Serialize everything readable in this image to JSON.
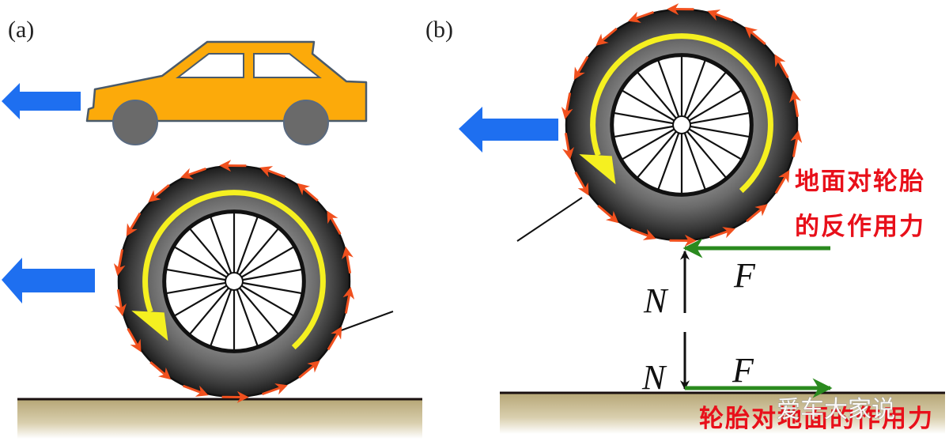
{
  "figure": {
    "panels": [
      {
        "id": "a",
        "label": "(a)",
        "motion_direction": "left",
        "items": [
          "car",
          "motion-arrow",
          "tire",
          "ground"
        ],
        "tire_rotation": "counterclockwise",
        "surface_arrows": "tangential, counterclockwise around tire"
      },
      {
        "id": "b",
        "label": "(b)",
        "motion_direction": "left",
        "items": [
          "motion-arrow",
          "tire",
          "force-diagram",
          "ground"
        ],
        "tire_rotation": "counterclockwise",
        "forces": [
          {
            "symbol": "N",
            "on": "tire",
            "direction": "up",
            "description": "normal force from ground on tire"
          },
          {
            "symbol": "F",
            "on": "tire",
            "direction": "left",
            "description": "friction from ground on tire"
          },
          {
            "symbol": "N",
            "on": "ground",
            "direction": "down",
            "description": "tire pressing on ground"
          },
          {
            "symbol": "F",
            "on": "ground",
            "direction": "right",
            "description": "tire pushing ground backward"
          }
        ],
        "annotations": {
          "ground_on_tire_line1": "地面对轮胎",
          "ground_on_tire_line2": "的反作用力",
          "tire_on_ground": "轮胎对地面的作用力"
        }
      }
    ],
    "symbols": {
      "normal": "N",
      "friction": "F"
    },
    "watermark": "爱车大家说",
    "colors": {
      "motion_arrow": "#1e6ff0",
      "car_body": "#fcaa0a",
      "car_outline": "#4a5a6a",
      "car_wheel": "#6a6a6a",
      "tire_dark": "#2a2a2a",
      "tire_mid": "#7a7a7a",
      "rotation_arrow": "#f5f020",
      "surface_arrow": "#f0501e",
      "force_arrow": "#2a8a1e",
      "ground_top": "#b8a878",
      "annotation_red": "#e8101a"
    }
  }
}
